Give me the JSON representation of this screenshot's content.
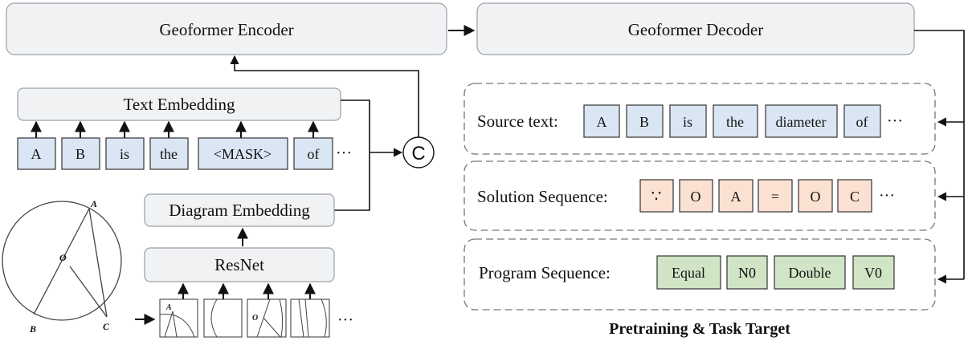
{
  "encoder": {
    "label": "Geoformer Encoder"
  },
  "decoder": {
    "label": "Geoformer Decoder"
  },
  "text_embedding": {
    "label": "Text Embedding"
  },
  "diagram_embedding": {
    "label": "Diagram Embedding"
  },
  "resnet": {
    "label": "ResNet"
  },
  "concat": {
    "symbol": "C"
  },
  "input_tokens": [
    "A",
    "B",
    "is",
    "the",
    "<MASK>",
    "of"
  ],
  "ellipsis": "···",
  "geometry": {
    "point_A": "A",
    "point_O": "O",
    "point_B": "B",
    "point_C": "C"
  },
  "patch_labels": {
    "patch1": "A",
    "patch3": "O"
  },
  "targets": {
    "source": {
      "label": "Source text:",
      "tokens": [
        "A",
        "B",
        "is",
        "the",
        "diameter",
        "of"
      ]
    },
    "solution": {
      "label": "Solution Sequence:",
      "tokens": [
        "∵",
        "O",
        "A",
        "=",
        "O",
        "C"
      ]
    },
    "program": {
      "label": "Program Sequence:",
      "tokens": [
        "Equal",
        "N0",
        "Double",
        "V0"
      ]
    }
  },
  "caption": "Pretraining & Task Target",
  "colors": {
    "block_fill": "#f1f2f4",
    "block_stroke": "#9aa0a6",
    "token_blue": "#dbe6f4",
    "token_orange": "#fbe1d2",
    "token_green": "#cfe5c5",
    "arrow": "#111111"
  }
}
